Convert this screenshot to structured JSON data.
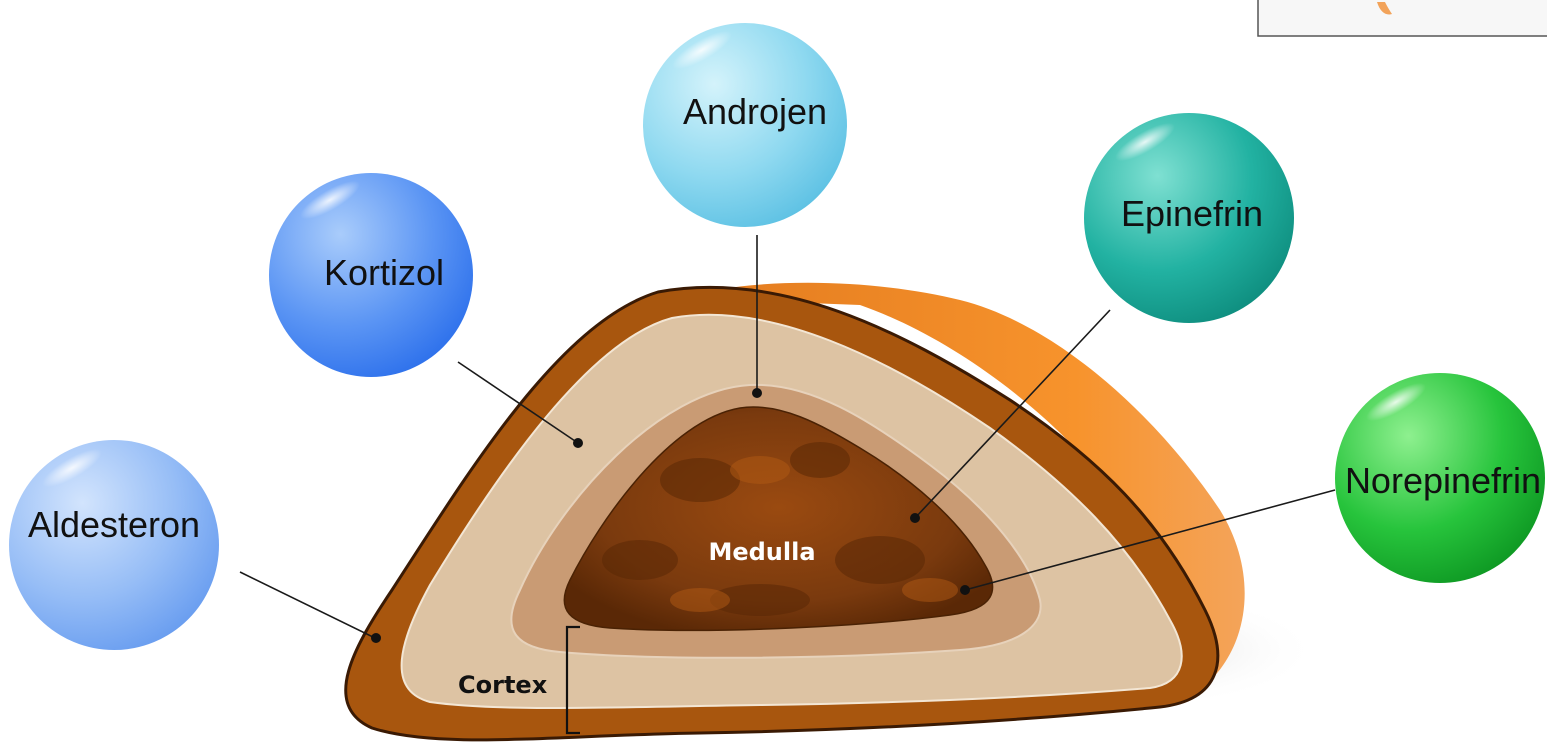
{
  "hormones": {
    "aldesteron": "Aldesteron",
    "kortizol": "Kortizol",
    "androjen": "Androjen",
    "epinefrin": "Epinefrin",
    "norepinefrin": "Norepinefrin"
  },
  "regions": {
    "medulla": "Medulla",
    "cortex": "Cortex"
  },
  "colors": {
    "aldesteron_bubble": "#8fbaf5",
    "kortizol_bubble": "#4f8ef2",
    "androjen_bubble": "#86d6ef",
    "epinefrin_bubble": "#1fb0a0",
    "norepinefrin_bubble": "#22c23a",
    "capsule": "#a8560e",
    "cortex_outer": "#ddc3a3",
    "cortex_inner": "#c99b74",
    "medulla": "#7a3a0e",
    "gland_back": "#f08a2a"
  }
}
